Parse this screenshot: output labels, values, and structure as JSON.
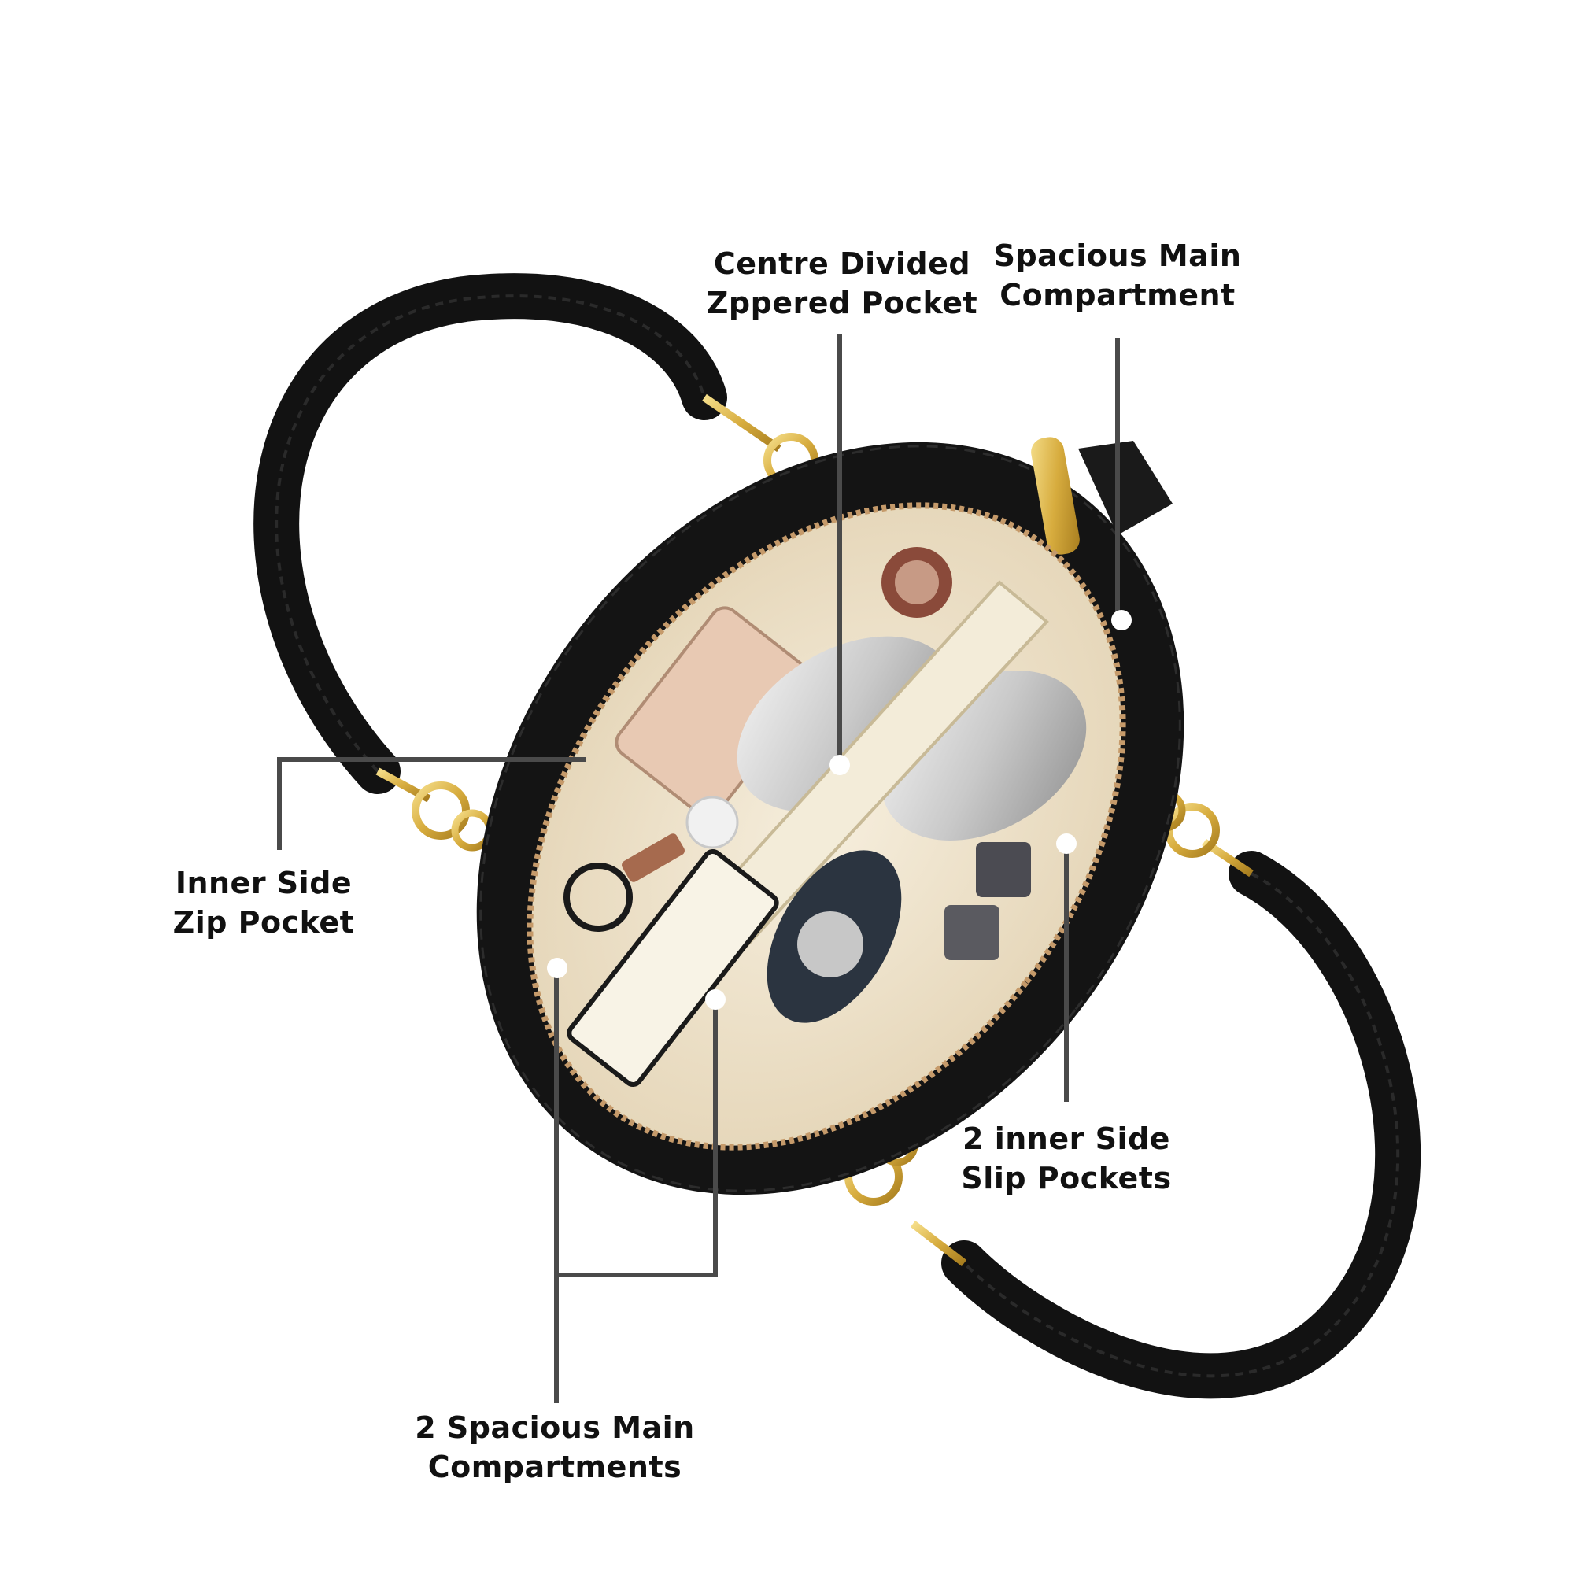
{
  "callouts": {
    "centre_divided": {
      "line1": "Centre Divided",
      "line2": "Zppered Pocket"
    },
    "spacious_main": {
      "line1": "Spacious Main",
      "line2": "Compartment"
    },
    "inner_side_zip": {
      "line1": "Inner Side",
      "line2": "Zip Pocket"
    },
    "inner_side_slip": {
      "line1": "2 inner Side",
      "line2": "Slip Pockets"
    },
    "two_main": {
      "line1": "2 Spacious Main",
      "line2": "Compartments"
    }
  },
  "colors": {
    "background": "#ffffff",
    "bag_body": "#141414",
    "lining": "#efe4cf",
    "hardware_gold": "#d9b24a",
    "leader_line": "#4a4a4a",
    "label_text": "#111111"
  },
  "icons": [
    "handbag-image",
    "callout-dot"
  ]
}
